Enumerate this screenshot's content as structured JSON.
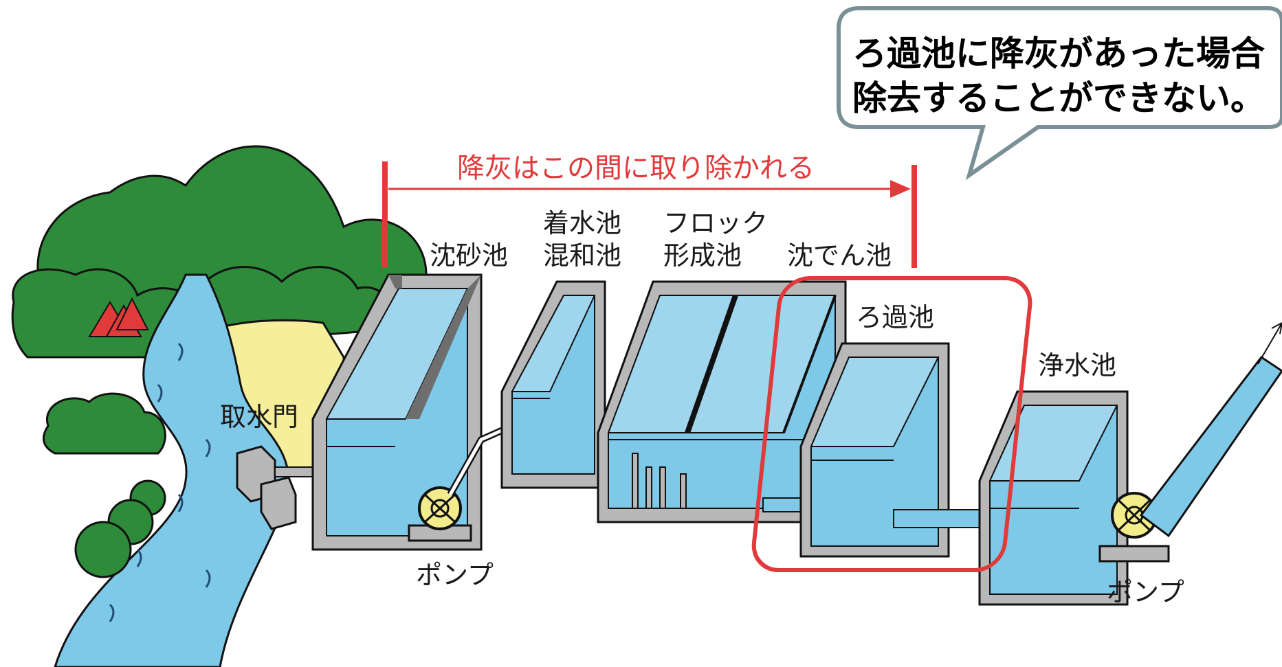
{
  "callout": {
    "line1": "ろ過池に降灰があった場合",
    "line2": "除去することができない。"
  },
  "range_label": "降灰はこの間に取り除かれる",
  "labels": {
    "intake": "取水門",
    "grit_basin": "沈砂池",
    "receiving_well_1": "着水池",
    "receiving_well_2": "混和池",
    "floc_1": "フロック",
    "floc_2": "形成池",
    "sedimentation": "沈でん池",
    "filter": "ろ過池",
    "clear_well": "浄水池",
    "pump_1": "ポンプ",
    "pump_2": "ポンプ"
  },
  "colors": {
    "water": "#7ec8e8",
    "concrete": "#b8b8b8",
    "concrete_dark": "#6e6e6e",
    "forest": "#2e8b3a",
    "field": "#f5ee9a",
    "highlight": "#e03a3a",
    "pump": "#f2ec8c",
    "callout_border": "#7a8f96"
  }
}
